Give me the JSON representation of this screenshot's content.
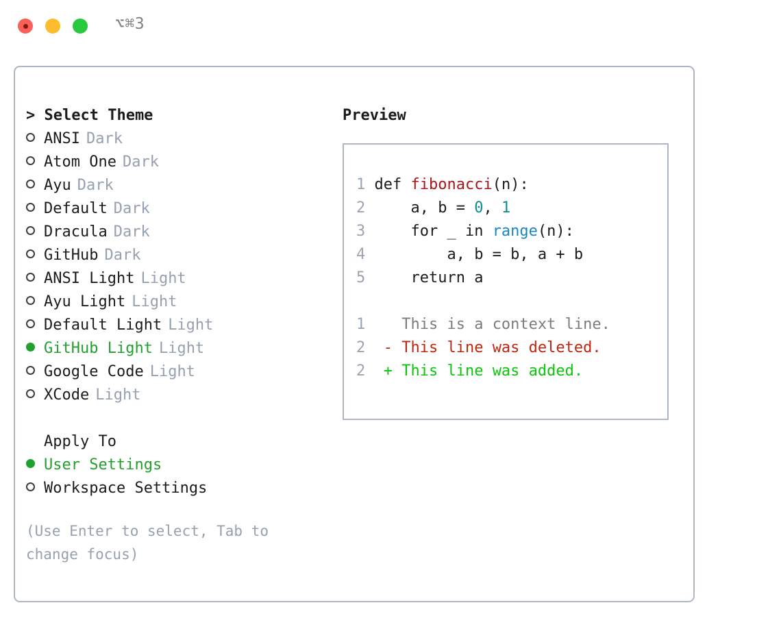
{
  "titlebar": {
    "shortcut": "⌥⌘3",
    "buttons": [
      "close",
      "minimize",
      "maximize"
    ]
  },
  "theme_section": {
    "heading": "> Select Theme",
    "items": [
      {
        "marker": "○",
        "label": "ANSI",
        "tag": "Dark",
        "selected": false
      },
      {
        "marker": "○",
        "label": "Atom One",
        "tag": "Dark",
        "selected": false
      },
      {
        "marker": "○",
        "label": "Ayu",
        "tag": "Dark",
        "selected": false
      },
      {
        "marker": "○",
        "label": "Default",
        "tag": "Dark",
        "selected": false
      },
      {
        "marker": "○",
        "label": "Dracula",
        "tag": "Dark",
        "selected": false
      },
      {
        "marker": "○",
        "label": "GitHub",
        "tag": "Dark",
        "selected": false
      },
      {
        "marker": "○",
        "label": "ANSI Light",
        "tag": "Light",
        "selected": false
      },
      {
        "marker": "○",
        "label": "Ayu Light",
        "tag": "Light",
        "selected": false
      },
      {
        "marker": "○",
        "label": "Default Light",
        "tag": "Light",
        "selected": false
      },
      {
        "marker": "●",
        "label": "GitHub Light",
        "tag": "Light",
        "selected": true
      },
      {
        "marker": "○",
        "label": "Google Code",
        "tag": "Light",
        "selected": false
      },
      {
        "marker": "○",
        "label": "XCode",
        "tag": "Light",
        "selected": false
      }
    ]
  },
  "apply_section": {
    "heading": "Apply To",
    "items": [
      {
        "marker": "●",
        "label": "User Settings",
        "selected": true
      },
      {
        "marker": "○",
        "label": "Workspace Settings",
        "selected": false
      }
    ]
  },
  "hint": "(Use Enter to select, Tab to change focus)",
  "preview": {
    "title": "Preview",
    "code_lines": [
      {
        "num": "1",
        "segments": [
          {
            "text": "def ",
            "kind": "plain"
          },
          {
            "text": "fibonacci",
            "kind": "fn"
          },
          {
            "text": "(n):",
            "kind": "plain"
          }
        ]
      },
      {
        "num": "2",
        "segments": [
          {
            "text": "    a, b = ",
            "kind": "plain"
          },
          {
            "text": "0",
            "kind": "num"
          },
          {
            "text": ", ",
            "kind": "plain"
          },
          {
            "text": "1",
            "kind": "num"
          }
        ]
      },
      {
        "num": "3",
        "segments": [
          {
            "text": "    for _ in ",
            "kind": "plain"
          },
          {
            "text": "range",
            "kind": "builtin"
          },
          {
            "text": "(n):",
            "kind": "plain"
          }
        ]
      },
      {
        "num": "4",
        "segments": [
          {
            "text": "        a, b = b, a + b",
            "kind": "plain"
          }
        ]
      },
      {
        "num": "5",
        "segments": [
          {
            "text": "    return a",
            "kind": "plain"
          }
        ]
      }
    ],
    "diff_lines": [
      {
        "num": "1",
        "sign": " ",
        "text": " This is a context line.",
        "kind": "context"
      },
      {
        "num": "2",
        "sign": "-",
        "text": " This line was deleted.",
        "kind": "deleted"
      },
      {
        "num": "2",
        "sign": "+",
        "text": " This line was added.",
        "kind": "added"
      }
    ]
  },
  "colors": {
    "accent_green": "#22a02e",
    "diff_add": "#0bc60b",
    "diff_del": "#c0250f",
    "tag_gray": "#95a0b0",
    "border": "#aeb6c2",
    "fn_red": "#a8161b",
    "num_teal": "#0d8f8f",
    "builtin_blue": "#1a85c4"
  }
}
